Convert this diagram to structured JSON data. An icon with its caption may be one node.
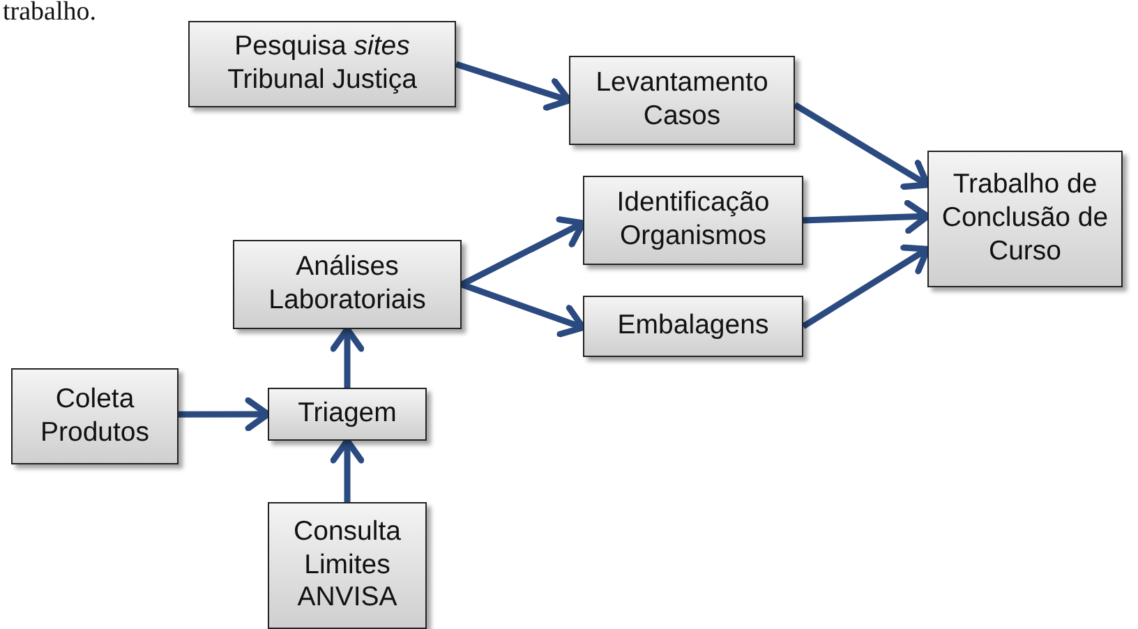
{
  "diagram": {
    "nodes": [
      {
        "text": [
          "Pesquisa *sites* Tribunal Justiça"
        ]
      },
      {
        "text": [
          "Levantamento Casos"
        ]
      },
      {
        "text": [
          "Trabalho de Conclusão de Curso"
        ]
      },
      {
        "text": [
          "Identificação Organismos"
        ]
      },
      {
        "text": [
          "Análises Laboratoriais"
        ]
      },
      {
        "text": [
          "Embalagens"
        ]
      },
      {
        "text": [
          "Coleta Produtos"
        ]
      },
      {
        "text": [
          "Triagem"
        ]
      },
      {
        "text": [
          "Consulta Limites ANVISA"
        ]
      }
    ],
    "edges": [
      {
        "from": 0,
        "to": 1,
        "arrow": "to"
      },
      {
        "from": 1,
        "to": 2,
        "arrow": "to"
      },
      {
        "from": 3,
        "to": 2,
        "arrow": "to"
      },
      {
        "from": 5,
        "to": 2,
        "arrow": "to"
      },
      {
        "from": 4,
        "to": 3,
        "arrow": "to"
      },
      {
        "from": 4,
        "to": 5,
        "arrow": "to"
      },
      {
        "from": 6,
        "to": 7,
        "arrow": "to"
      },
      {
        "from": 7,
        "to": 4,
        "arrow": "to"
      },
      {
        "from": 8,
        "to": 7,
        "arrow": "to"
      }
    ],
    "labels": [
      "trabalho."
    ]
  }
}
